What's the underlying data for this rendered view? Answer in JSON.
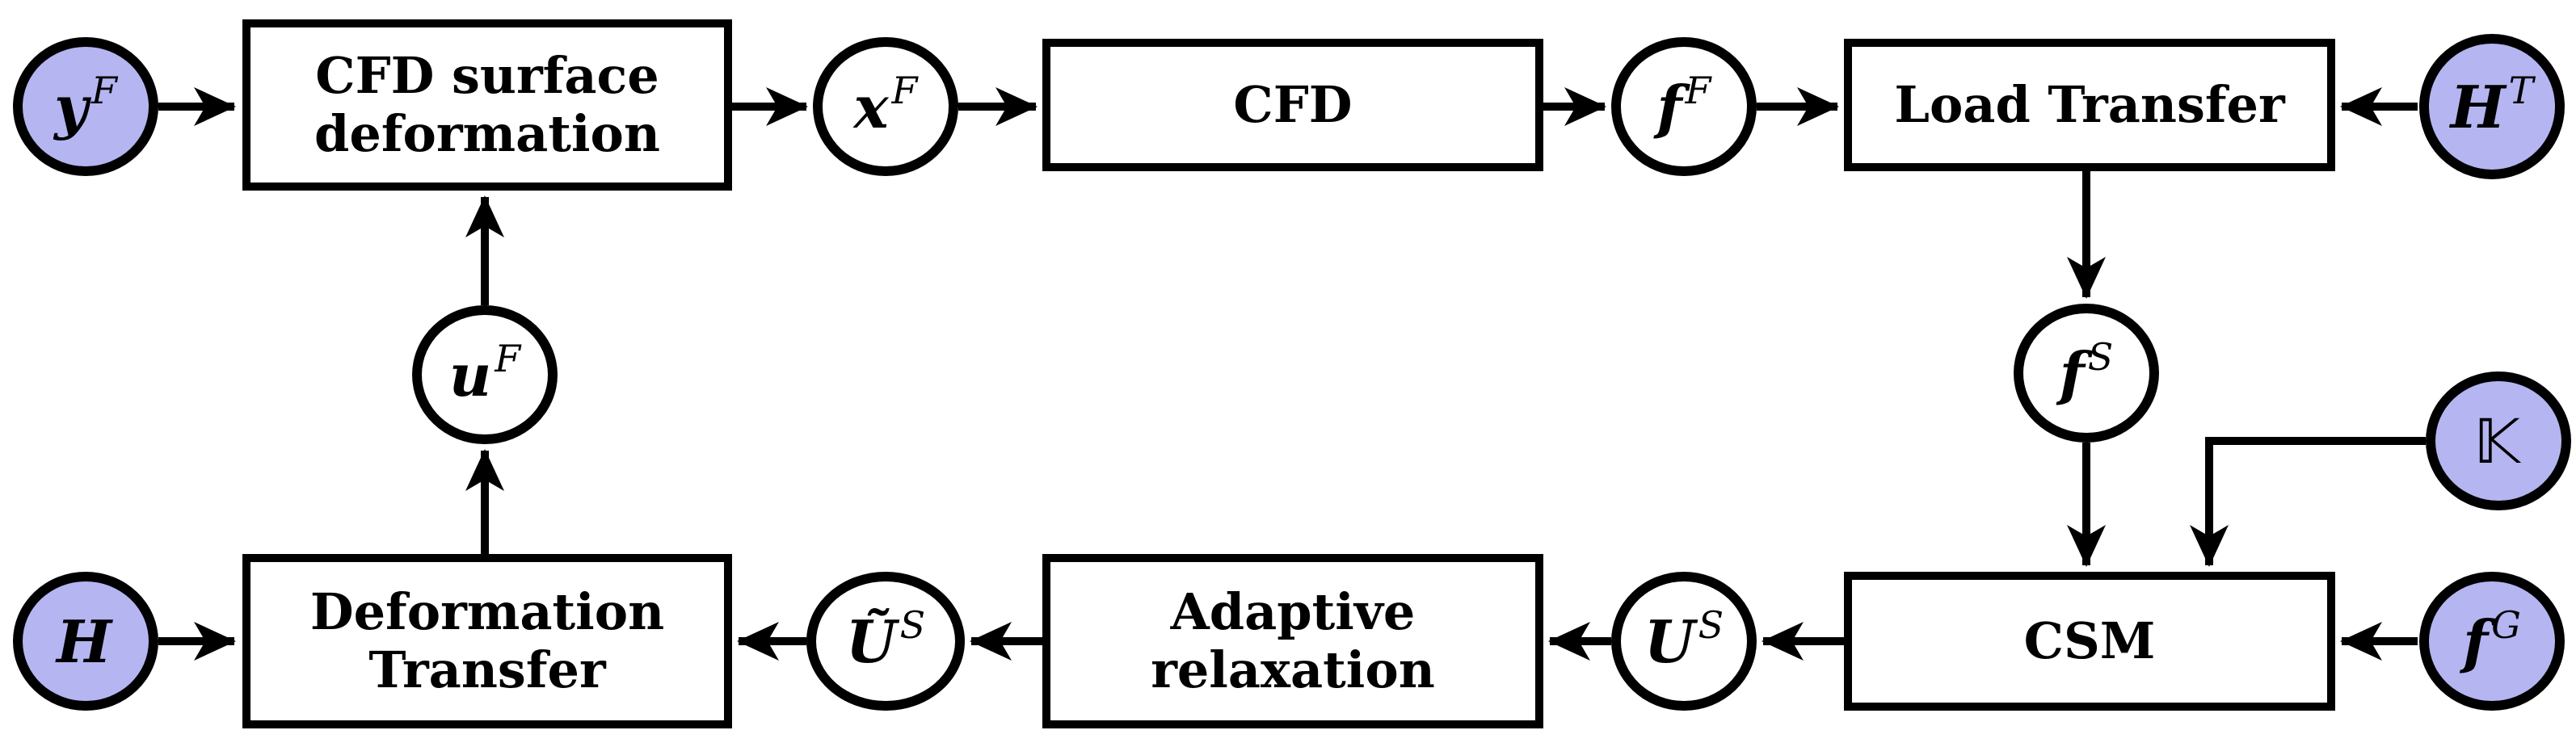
{
  "diagram": {
    "colors": {
      "parameter_node_fill": "#b5b5f2",
      "computed_node_fill": "#ffffff",
      "stroke": "#000000",
      "background": "#ffffff"
    },
    "boxes": {
      "cfd_surface_deformation": {
        "line1": "CFD surface",
        "line2": "deformation"
      },
      "cfd": {
        "line1": "CFD",
        "line2": ""
      },
      "load_transfer": {
        "line1": "Load Transfer",
        "line2": ""
      },
      "csm": {
        "line1": "CSM",
        "line2": ""
      },
      "adaptive_relaxation": {
        "line1": "Adaptive",
        "line2": "relaxation"
      },
      "deformation_transfer": {
        "line1": "Deformation",
        "line2": "Transfer"
      }
    },
    "nodes": {
      "yF": {
        "base": "y",
        "sup": "F"
      },
      "xF": {
        "base": "x",
        "sup": "F"
      },
      "fF": {
        "base": "f",
        "sup": "F"
      },
      "HT": {
        "base": "H",
        "sup": "T"
      },
      "fS": {
        "base": "f",
        "sup": "S"
      },
      "K": {
        "base": "𝕂",
        "sup": ""
      },
      "fG": {
        "base": "f",
        "sup": "G"
      },
      "US": {
        "base": "U",
        "sup": "S"
      },
      "UtS": {
        "base": "Ũ",
        "sup": "S"
      },
      "uF": {
        "base": "u",
        "sup": "F"
      },
      "H": {
        "base": "H",
        "sup": ""
      }
    },
    "edges": [
      {
        "from": "yF",
        "to": "cfd_surface_deformation"
      },
      {
        "from": "cfd_surface_deformation",
        "to": "xF"
      },
      {
        "from": "xF",
        "to": "cfd"
      },
      {
        "from": "cfd",
        "to": "fF"
      },
      {
        "from": "fF",
        "to": "load_transfer"
      },
      {
        "from": "HT",
        "to": "load_transfer"
      },
      {
        "from": "load_transfer",
        "to": "fS"
      },
      {
        "from": "fS",
        "to": "csm"
      },
      {
        "from": "K",
        "to": "csm"
      },
      {
        "from": "fG",
        "to": "csm"
      },
      {
        "from": "csm",
        "to": "US"
      },
      {
        "from": "US",
        "to": "adaptive_relaxation"
      },
      {
        "from": "adaptive_relaxation",
        "to": "UtS"
      },
      {
        "from": "UtS",
        "to": "deformation_transfer"
      },
      {
        "from": "H",
        "to": "deformation_transfer"
      },
      {
        "from": "deformation_transfer",
        "to": "uF"
      },
      {
        "from": "uF",
        "to": "cfd_surface_deformation"
      }
    ]
  }
}
